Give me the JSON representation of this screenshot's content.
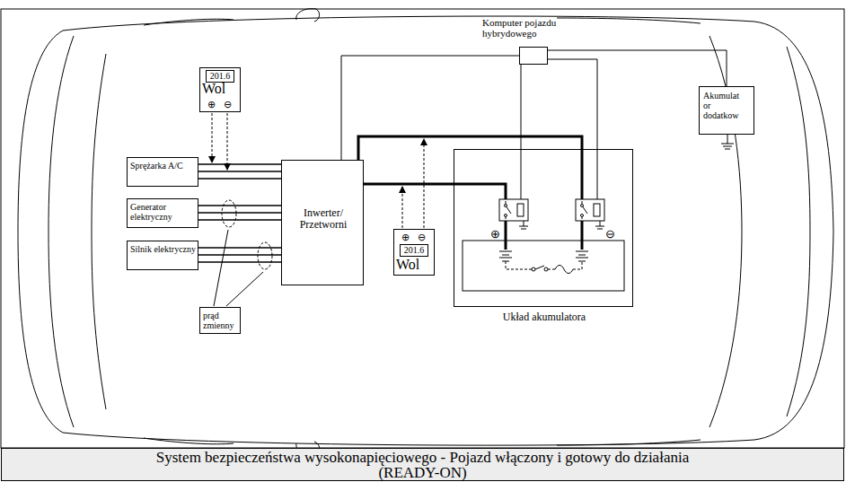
{
  "diagram": {
    "caption": "System bezpieczeństwa wysokonapięciowego - Pojazd włączony i gotowy do działania (READY-ON)",
    "nodes": [
      {
        "text": [
          "Komputer pojazdu hybrydowego"
        ]
      },
      {
        "text": [
          "Akumulat or dodatkow"
        ]
      },
      {
        "text": [
          "Sprężarka A/C"
        ]
      },
      {
        "text": [
          "Generator elektryczny"
        ]
      },
      {
        "text": [
          "Silnik elektryczny"
        ]
      },
      {
        "text": [
          "Inwerter/ Przetworni"
        ]
      },
      {
        "text": [
          "Układ akumulatora"
        ]
      },
      {
        "text": [
          "prąd zmienny"
        ]
      },
      {
        "text": [
          "201.6",
          "Wol",
          "⊕",
          "⊖"
        ]
      },
      {
        "text": [
          "⊕",
          "⊖",
          "201.6",
          "Wol"
        ]
      }
    ],
    "edges": [
      {
        "from": 2,
        "to": 5,
        "arrow": "none"
      },
      {
        "from": 3,
        "to": 5,
        "arrow": "none"
      },
      {
        "from": 4,
        "to": 5,
        "arrow": "none"
      },
      {
        "from": 0,
        "to": 5,
        "arrow": "none"
      },
      {
        "from": 0,
        "to": 1,
        "arrow": "none"
      },
      {
        "from": 0,
        "to": 6,
        "arrow": "none"
      },
      {
        "from": 0,
        "to": 6,
        "arrow": "none"
      },
      {
        "from": 5,
        "to": 6,
        "arrow": "none"
      },
      {
        "from": 5,
        "to": 6,
        "arrow": "none"
      }
    ],
    "labels": [
      "⊕",
      "⊖"
    ]
  }
}
